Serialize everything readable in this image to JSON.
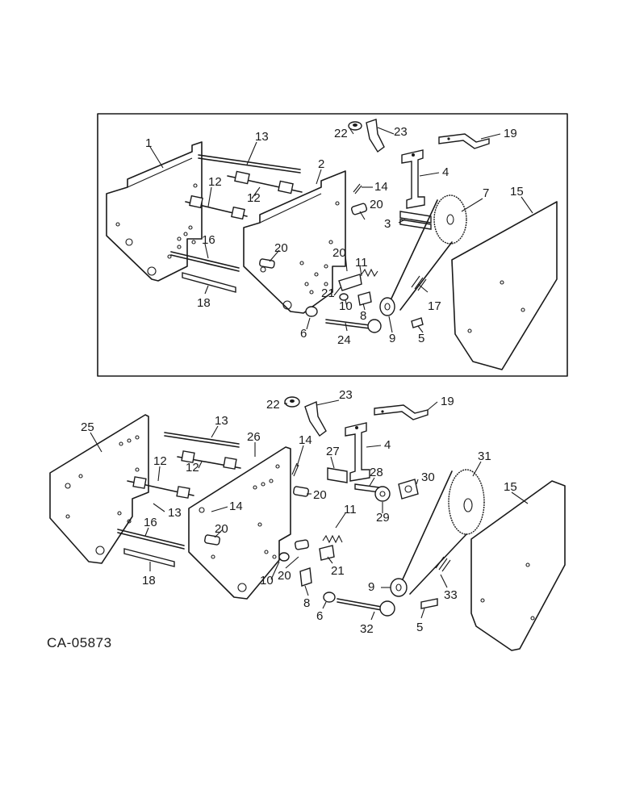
{
  "drawing_code": "CA-05873",
  "top_view_callouts": [
    {
      "id": "t1",
      "label": "1"
    },
    {
      "id": "t13",
      "label": "13"
    },
    {
      "id": "t22",
      "label": "22"
    },
    {
      "id": "t23",
      "label": "23"
    },
    {
      "id": "t19",
      "label": "19"
    },
    {
      "id": "t2",
      "label": "2"
    },
    {
      "id": "t12a",
      "label": "12"
    },
    {
      "id": "t12b",
      "label": "12"
    },
    {
      "id": "t14",
      "label": "14"
    },
    {
      "id": "t4",
      "label": "4"
    },
    {
      "id": "t7",
      "label": "7"
    },
    {
      "id": "t15",
      "label": "15"
    },
    {
      "id": "t20a",
      "label": "20"
    },
    {
      "id": "t3",
      "label": "3"
    },
    {
      "id": "t16",
      "label": "16"
    },
    {
      "id": "t20b",
      "label": "20"
    },
    {
      "id": "t20c",
      "label": "20"
    },
    {
      "id": "t11",
      "label": "11"
    },
    {
      "id": "t18",
      "label": "18"
    },
    {
      "id": "t21",
      "label": "21"
    },
    {
      "id": "t10",
      "label": "10"
    },
    {
      "id": "t8",
      "label": "8"
    },
    {
      "id": "t17",
      "label": "17"
    },
    {
      "id": "t6",
      "label": "6"
    },
    {
      "id": "t24",
      "label": "24"
    },
    {
      "id": "t9",
      "label": "9"
    },
    {
      "id": "t5",
      "label": "5"
    }
  ],
  "bottom_view_callouts": [
    {
      "id": "b22",
      "label": "22"
    },
    {
      "id": "b23",
      "label": "23"
    },
    {
      "id": "b19",
      "label": "19"
    },
    {
      "id": "b25",
      "label": "25"
    },
    {
      "id": "b13a",
      "label": "13"
    },
    {
      "id": "b26",
      "label": "26"
    },
    {
      "id": "b14a",
      "label": "14"
    },
    {
      "id": "b4",
      "label": "4"
    },
    {
      "id": "b12a",
      "label": "12"
    },
    {
      "id": "b12b",
      "label": "12"
    },
    {
      "id": "b27",
      "label": "27"
    },
    {
      "id": "b28",
      "label": "28"
    },
    {
      "id": "b31",
      "label": "31"
    },
    {
      "id": "b30",
      "label": "30"
    },
    {
      "id": "b20a",
      "label": "20"
    },
    {
      "id": "b15",
      "label": "15"
    },
    {
      "id": "b13b",
      "label": "13"
    },
    {
      "id": "b14b",
      "label": "14"
    },
    {
      "id": "b29",
      "label": "29"
    },
    {
      "id": "b11",
      "label": "11"
    },
    {
      "id": "b16",
      "label": "16"
    },
    {
      "id": "b20b",
      "label": "20"
    },
    {
      "id": "b18",
      "label": "18"
    },
    {
      "id": "b20c",
      "label": "20"
    },
    {
      "id": "b21",
      "label": "21"
    },
    {
      "id": "b10",
      "label": "10"
    },
    {
      "id": "b9",
      "label": "9"
    },
    {
      "id": "b33",
      "label": "33"
    },
    {
      "id": "b8",
      "label": "8"
    },
    {
      "id": "b6",
      "label": "6"
    },
    {
      "id": "b32",
      "label": "32"
    },
    {
      "id": "b5",
      "label": "5"
    }
  ],
  "colors": {
    "ink": "#1a1a1a",
    "paper": "#ffffff"
  }
}
